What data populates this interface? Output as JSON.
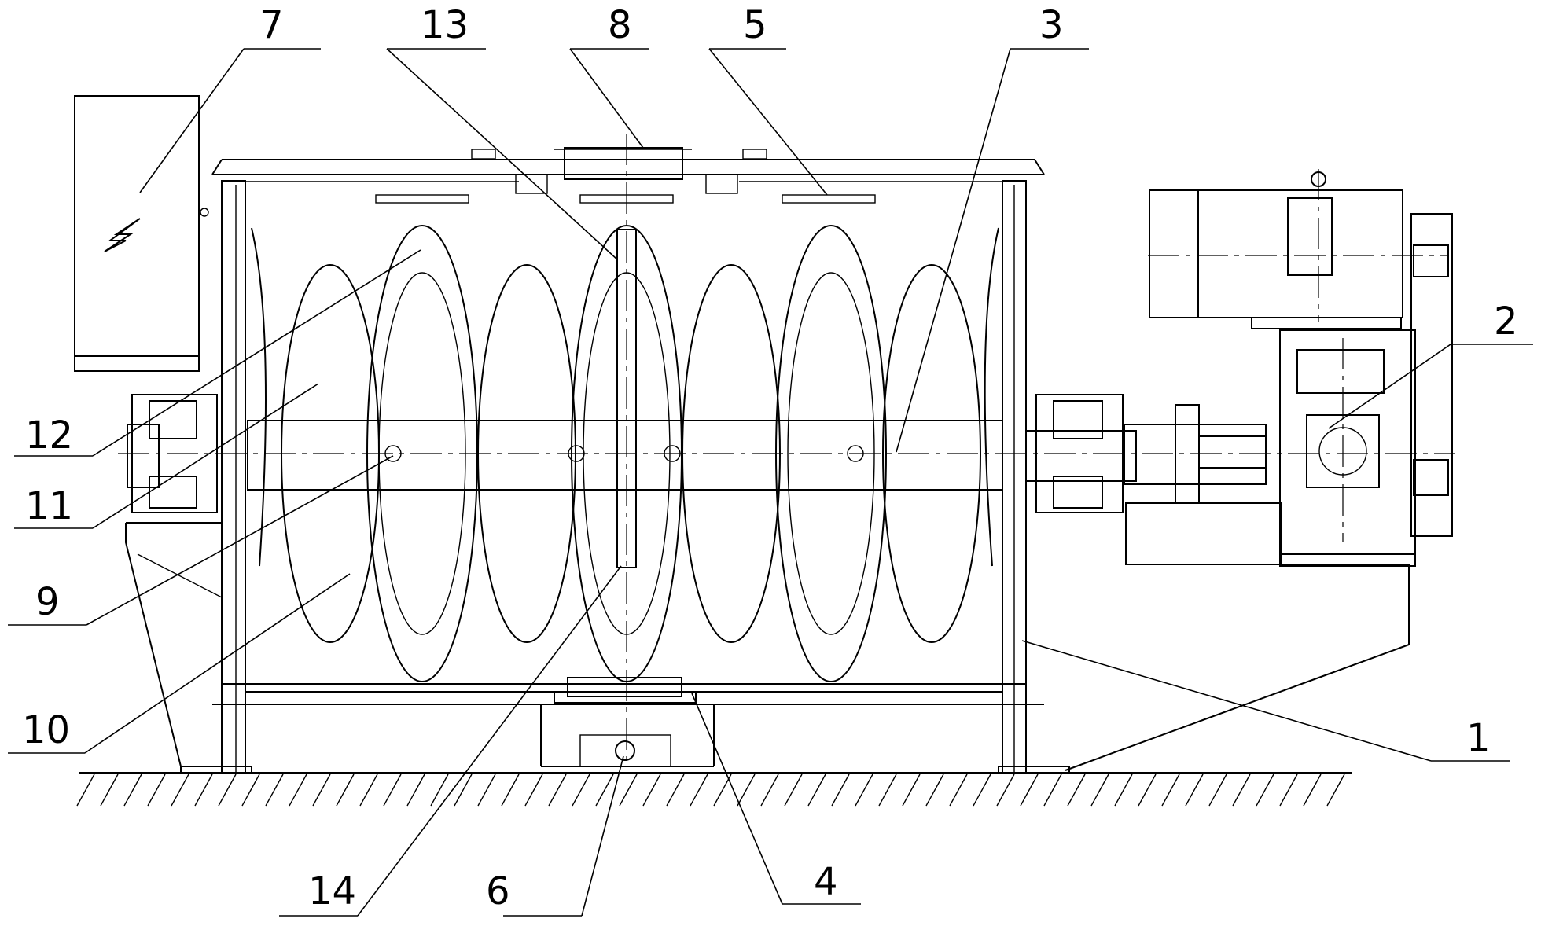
{
  "labels": [
    {
      "id": "7",
      "text": "7"
    },
    {
      "id": "13",
      "text": "13"
    },
    {
      "id": "8",
      "text": "8"
    },
    {
      "id": "5",
      "text": "5"
    },
    {
      "id": "3",
      "text": "3"
    },
    {
      "id": "2",
      "text": "2"
    },
    {
      "id": "12",
      "text": "12"
    },
    {
      "id": "11",
      "text": "11"
    },
    {
      "id": "9",
      "text": "9"
    },
    {
      "id": "10",
      "text": "10"
    },
    {
      "id": "1",
      "text": "1"
    },
    {
      "id": "14",
      "text": "14"
    },
    {
      "id": "6",
      "text": "6"
    },
    {
      "id": "4",
      "text": "4"
    }
  ],
  "icons": {
    "electric_symbol": "lightning-bolt-icon"
  }
}
